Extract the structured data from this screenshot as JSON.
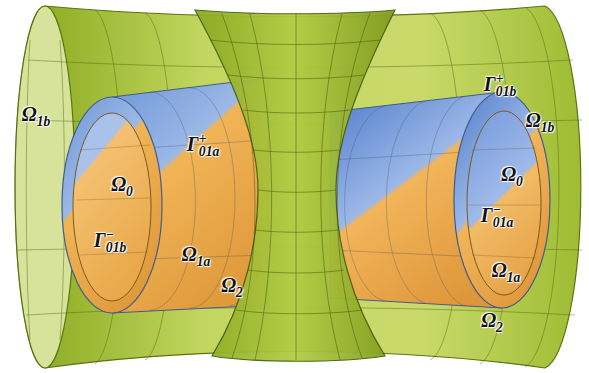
{
  "diagram": {
    "labels": [
      "Ω1b",
      "Ω0",
      "Γ+01a",
      "Γ−01b",
      "Ω1a",
      "Ω2",
      "Γ+01b",
      "Ω1b",
      "Ω0",
      "Γ−01a",
      "Ω1a",
      "Ω2"
    ]
  }
}
